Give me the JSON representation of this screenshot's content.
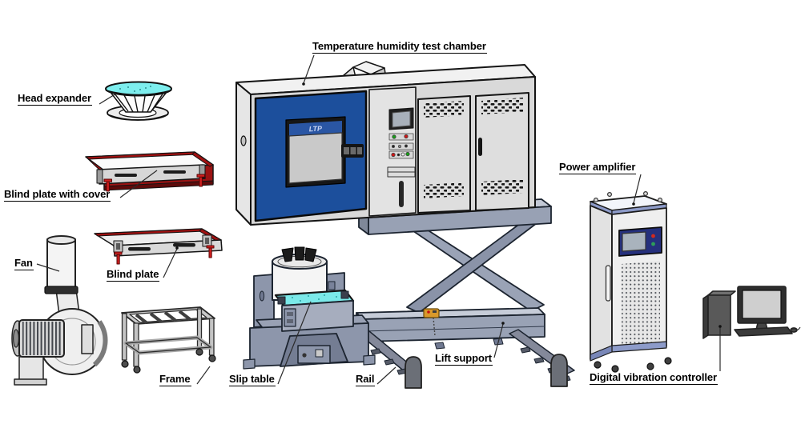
{
  "labels": {
    "head_expander": "Head expander",
    "blind_plate_with_cover": "Blind plate with cover",
    "fan": "Fan",
    "blind_plate": "Blind plate",
    "frame": "Frame",
    "slip_table": "Slip table",
    "rail": "Rail",
    "lift_support": "Lift support",
    "temperature_chamber": "Temperature humidity test chamber",
    "power_amplifier": "Power amplifier",
    "digital_vibration_controller": "Digital vibration controller"
  },
  "chamber": {
    "window_logo": "LTP"
  },
  "colors": {
    "door_blue": "#1c4f9c",
    "slip_plate_cyan": "#7be9e9",
    "head_expander_cyan": "#7deeee",
    "blind_plate_red": "#9c1313",
    "amplifier_panel": "#25307d",
    "steel": "#8d96ab"
  }
}
